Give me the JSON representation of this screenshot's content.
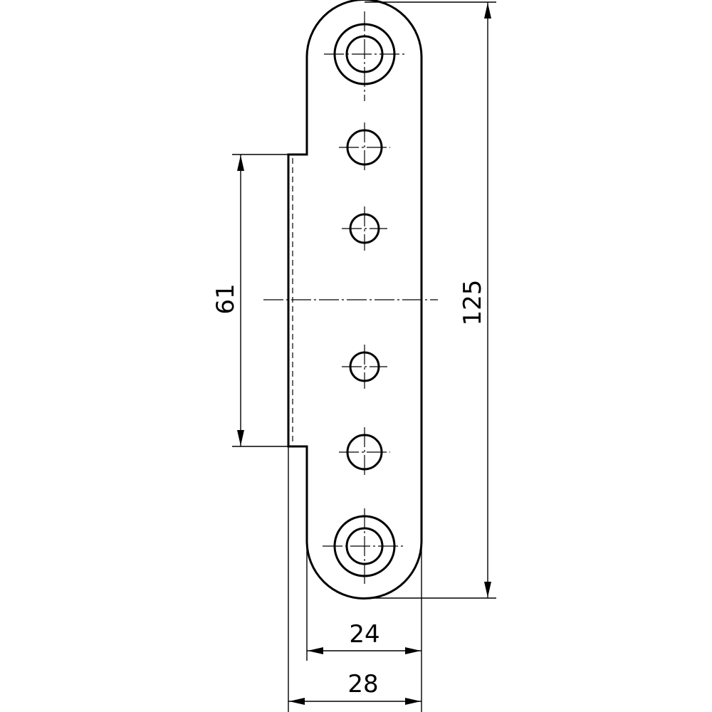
{
  "drawing": {
    "units": "",
    "dimensions": {
      "overall_length": "125",
      "flange_length": "61",
      "plate_width": "24",
      "overall_width": "28"
    },
    "holes": {
      "countersunk_count": 2,
      "plain_count": 4
    },
    "line_color": "#000000",
    "background_color": "#ffffff"
  }
}
